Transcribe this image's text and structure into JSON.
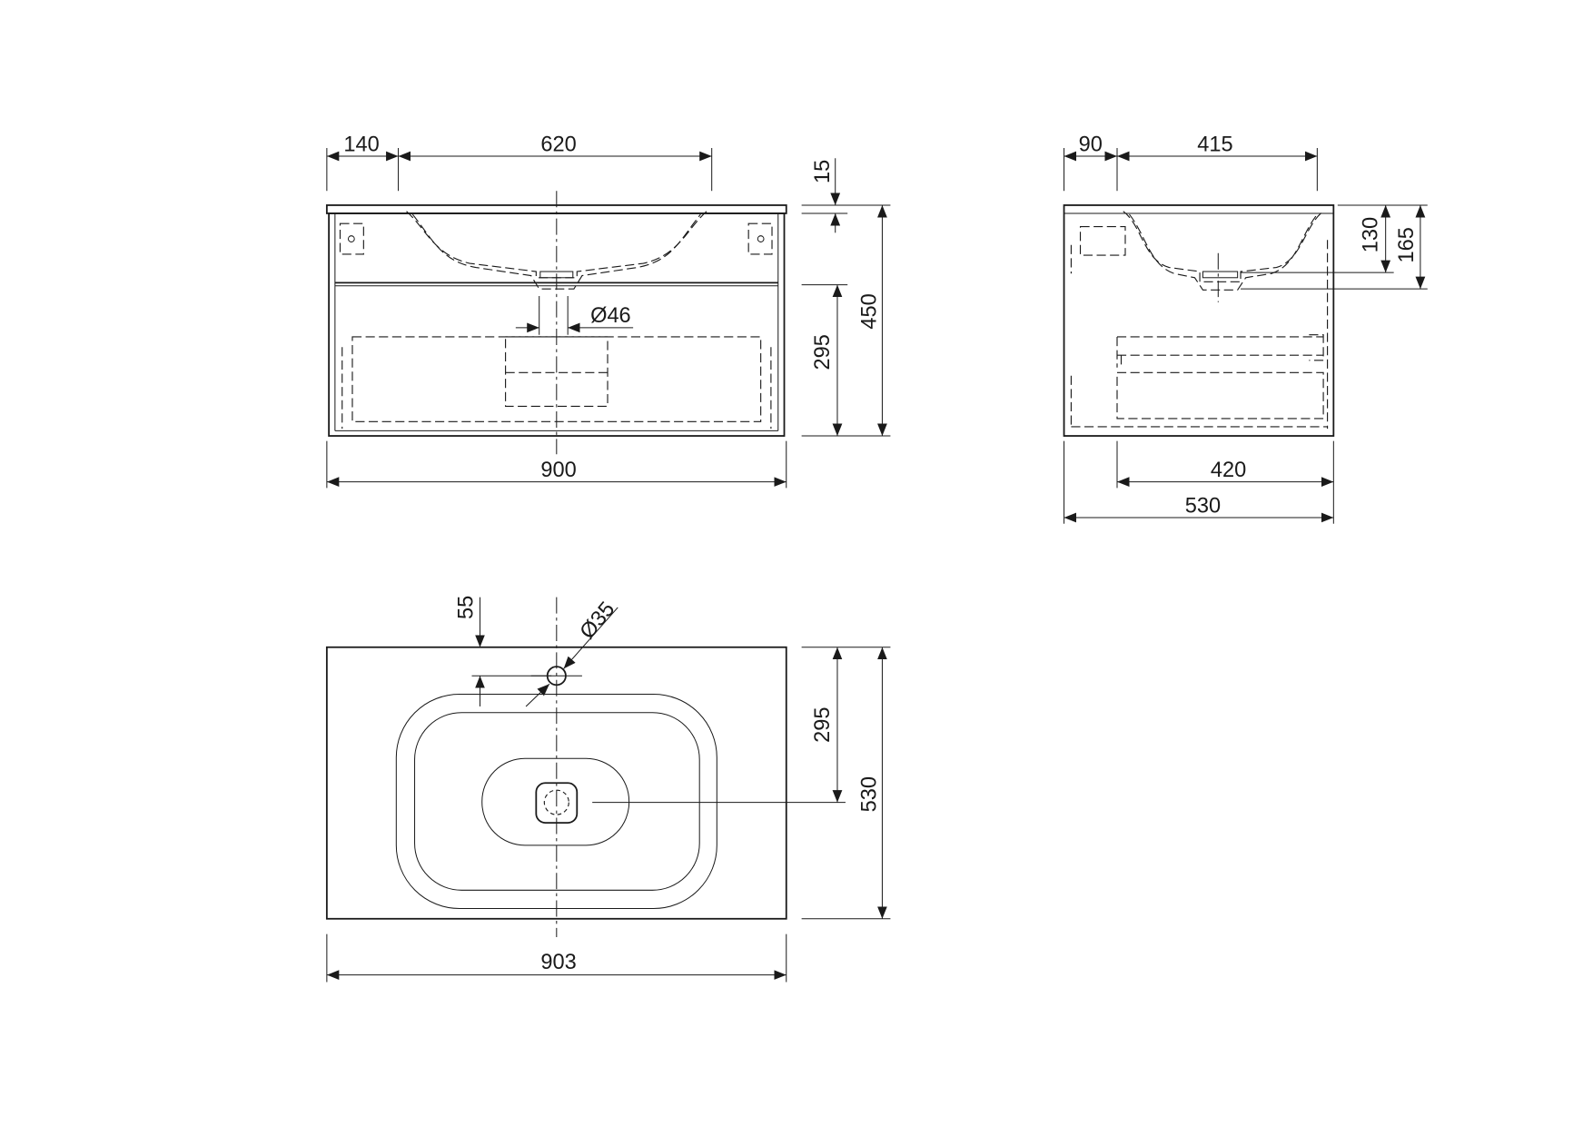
{
  "front_view": {
    "dim_basin_offset": "140",
    "dim_basin_width": "620",
    "dim_top_thickness": "15",
    "dim_total_height": "450",
    "dim_drain_height": "295",
    "dim_drain_diameter": "Ø46",
    "dim_total_width": "900"
  },
  "side_view": {
    "dim_basin_offset": "90",
    "dim_basin_depth": "415",
    "dim_drain_depth": "130",
    "dim_outlet_depth": "165",
    "dim_drawer_depth": "420",
    "dim_total_depth": "530"
  },
  "top_view": {
    "dim_tap_offset": "55",
    "dim_tap_diameter": "Ø35",
    "dim_drain_position": "295",
    "dim_total_depth": "530",
    "dim_total_width": "903"
  }
}
